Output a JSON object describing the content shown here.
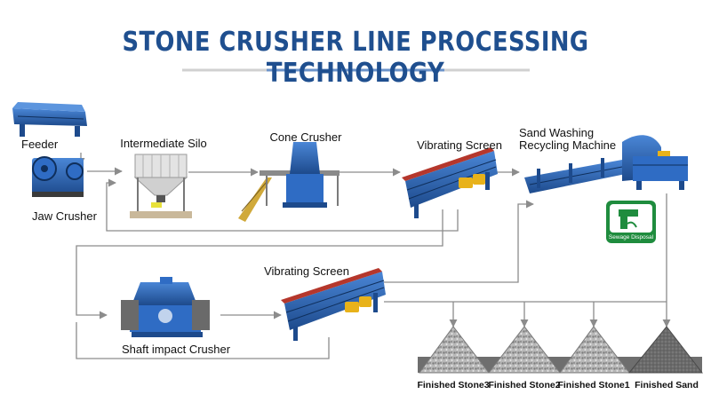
{
  "title": "STONE CRUSHER LINE PROCESSING TECHNOLOGY",
  "stages": {
    "feeder": "Feeder",
    "jaw_crusher": "Jaw Crusher",
    "intermediate_silo": "Intermediate Silo",
    "cone_crusher": "Cone Crusher",
    "vibrating_screen_1": "Vibrating Screen",
    "sand_washing_line1": "Sand Washing",
    "sand_washing_line2": "Recycling Machine",
    "shaft_impact_crusher": "Shaft impact Crusher",
    "vibrating_screen_2": "Vibrating Screen",
    "sewage_disposal": "Sewage Disposal"
  },
  "products": [
    "Finished Stone3",
    "Finished Stone2",
    "Finished Stone1",
    "Finished Sand"
  ],
  "colors": {
    "title": "#1f4f8f",
    "machine_blue": "#2f6cc4",
    "machine_dark": "#1d4a8c",
    "screen_red": "#b5372c",
    "accent_yellow": "#e8b21a",
    "sewage_green": "#1f8c3e",
    "flow_line": "#8c8c8c"
  }
}
